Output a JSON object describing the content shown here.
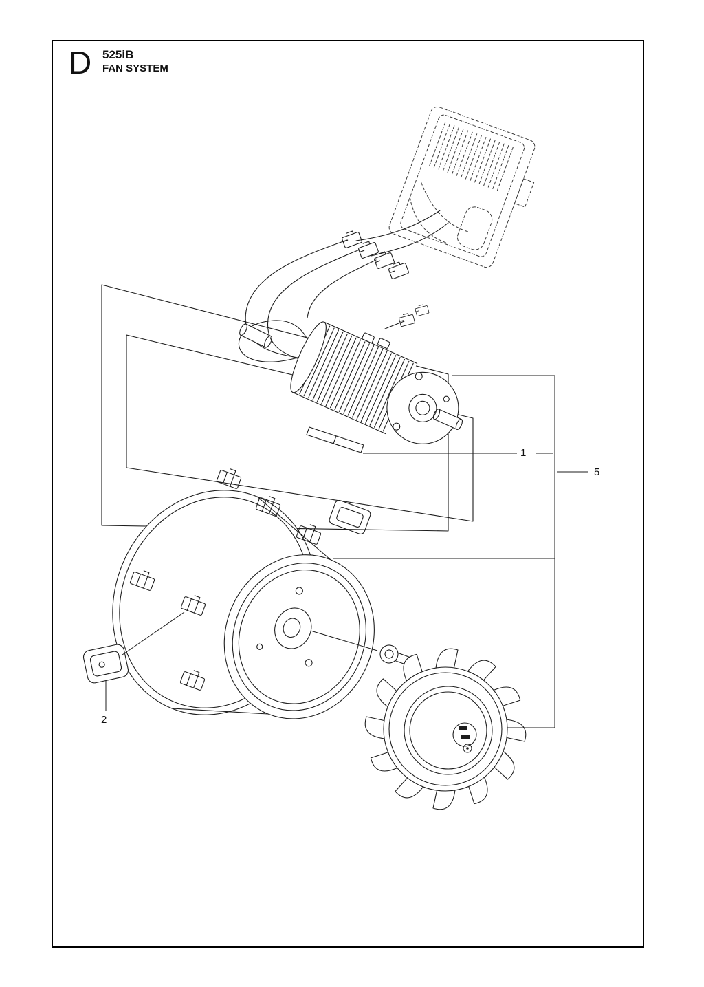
{
  "header": {
    "section_letter": "D",
    "model": "525iB",
    "section_title": "FAN SYSTEM"
  },
  "callouts": [
    {
      "label": "1"
    },
    {
      "label": "2"
    },
    {
      "label": "5"
    }
  ],
  "colors": {
    "line": "#1d1d1d",
    "background": "#ffffff"
  }
}
